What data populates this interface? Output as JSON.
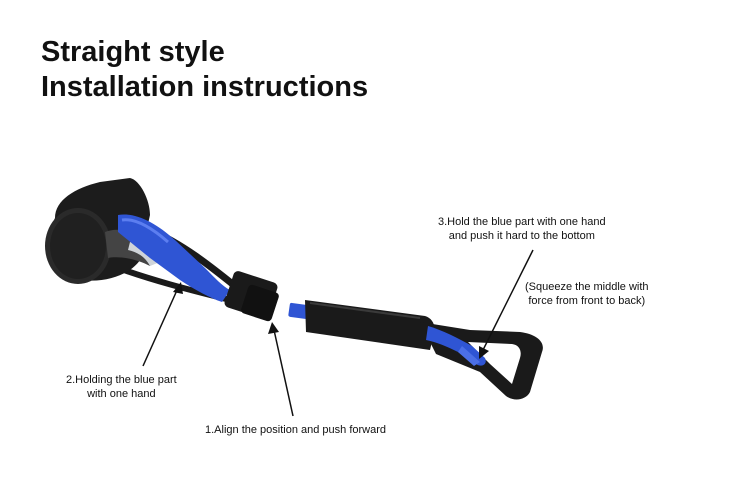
{
  "title": {
    "line1": "Straight style",
    "line2": "Installation instructions"
  },
  "captions": {
    "step1": "1.Align the position and push forward",
    "step2_line1": "2.Holding the blue part",
    "step2_line2": "with one hand",
    "step3_line1": "3.Hold the blue part with one hand",
    "step3_line2": "and push it hard to the bottom",
    "note_line1": "(Squeeze the middle with",
    "note_line2": "force from front to back)"
  },
  "colors": {
    "blue": "#2f55d4",
    "black": "#1a1a1a"
  }
}
